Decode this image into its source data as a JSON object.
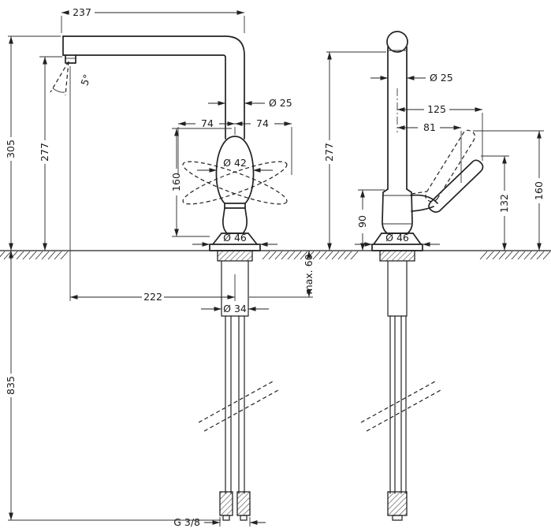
{
  "drawing": {
    "front_view": {
      "spout_reach": "237",
      "total_height": "305",
      "spout_height": "277",
      "swivel_angle": "5°",
      "spout_diameter": "Ø 25",
      "handle_span_left": "74",
      "handle_span_right": "74",
      "handle_width": "Ø 42",
      "handle_height": "160",
      "base_diameter": "Ø 46",
      "outlet_offset": "222",
      "shank_diameter": "Ø 34",
      "max_counter_thickness": "max. 60",
      "hose_length": "835",
      "thread_size": "G 3/8"
    },
    "side_view": {
      "spout_diameter": "Ø 25",
      "total_depth": "125",
      "handle_depth": "81",
      "spout_height": "277",
      "body_height": "90",
      "base_diameter": "Ø 46",
      "handle_height_forward": "132",
      "handle_height_raised": "160"
    }
  }
}
